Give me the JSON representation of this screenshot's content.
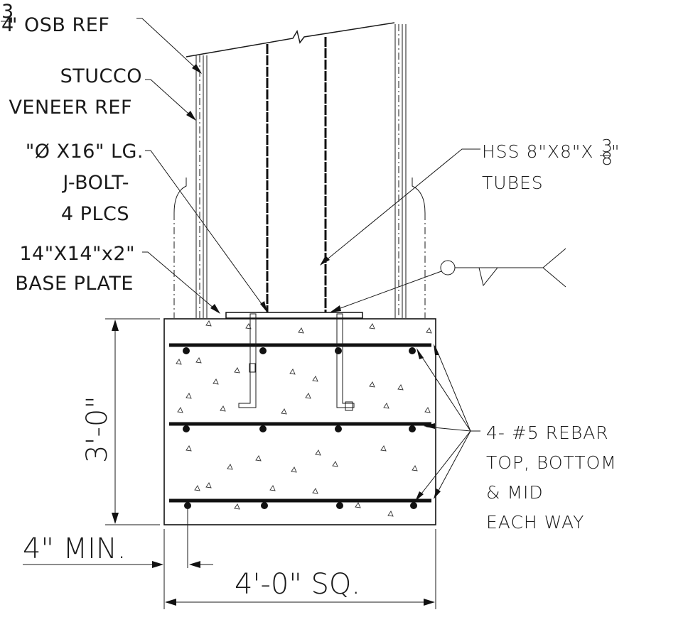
{
  "drawing": {
    "labels": {
      "osb": {
        "main": "\" OSB REF",
        "fraction_num": "3",
        "fraction_den": "4"
      },
      "stucco_line1": "STUCCO",
      "stucco_line2": "VENEER REF",
      "jbolt_line1": "\"Ø X16\" LG.",
      "jbolt_line2": "J-BOLT-",
      "jbolt_line3": "4 PLCS",
      "plate_line1": "14\"X14\"x2\"",
      "plate_line2": "BASE PLATE",
      "hss_line1": {
        "main": "HSS 8\"X8\"X",
        "fraction_num": "3",
        "fraction_den": "8",
        "tail": "\""
      },
      "hss_line2": "TUBES",
      "rebar_line1": "4- #5 REBAR",
      "rebar_line2": "TOP, BOTTOM",
      "rebar_line3": "& MID",
      "rebar_line4": "EACH WAY"
    },
    "dimensions": {
      "height": "3'-0\"",
      "width": "4'-0\" SQ.",
      "cover": "4\" MIN."
    }
  }
}
